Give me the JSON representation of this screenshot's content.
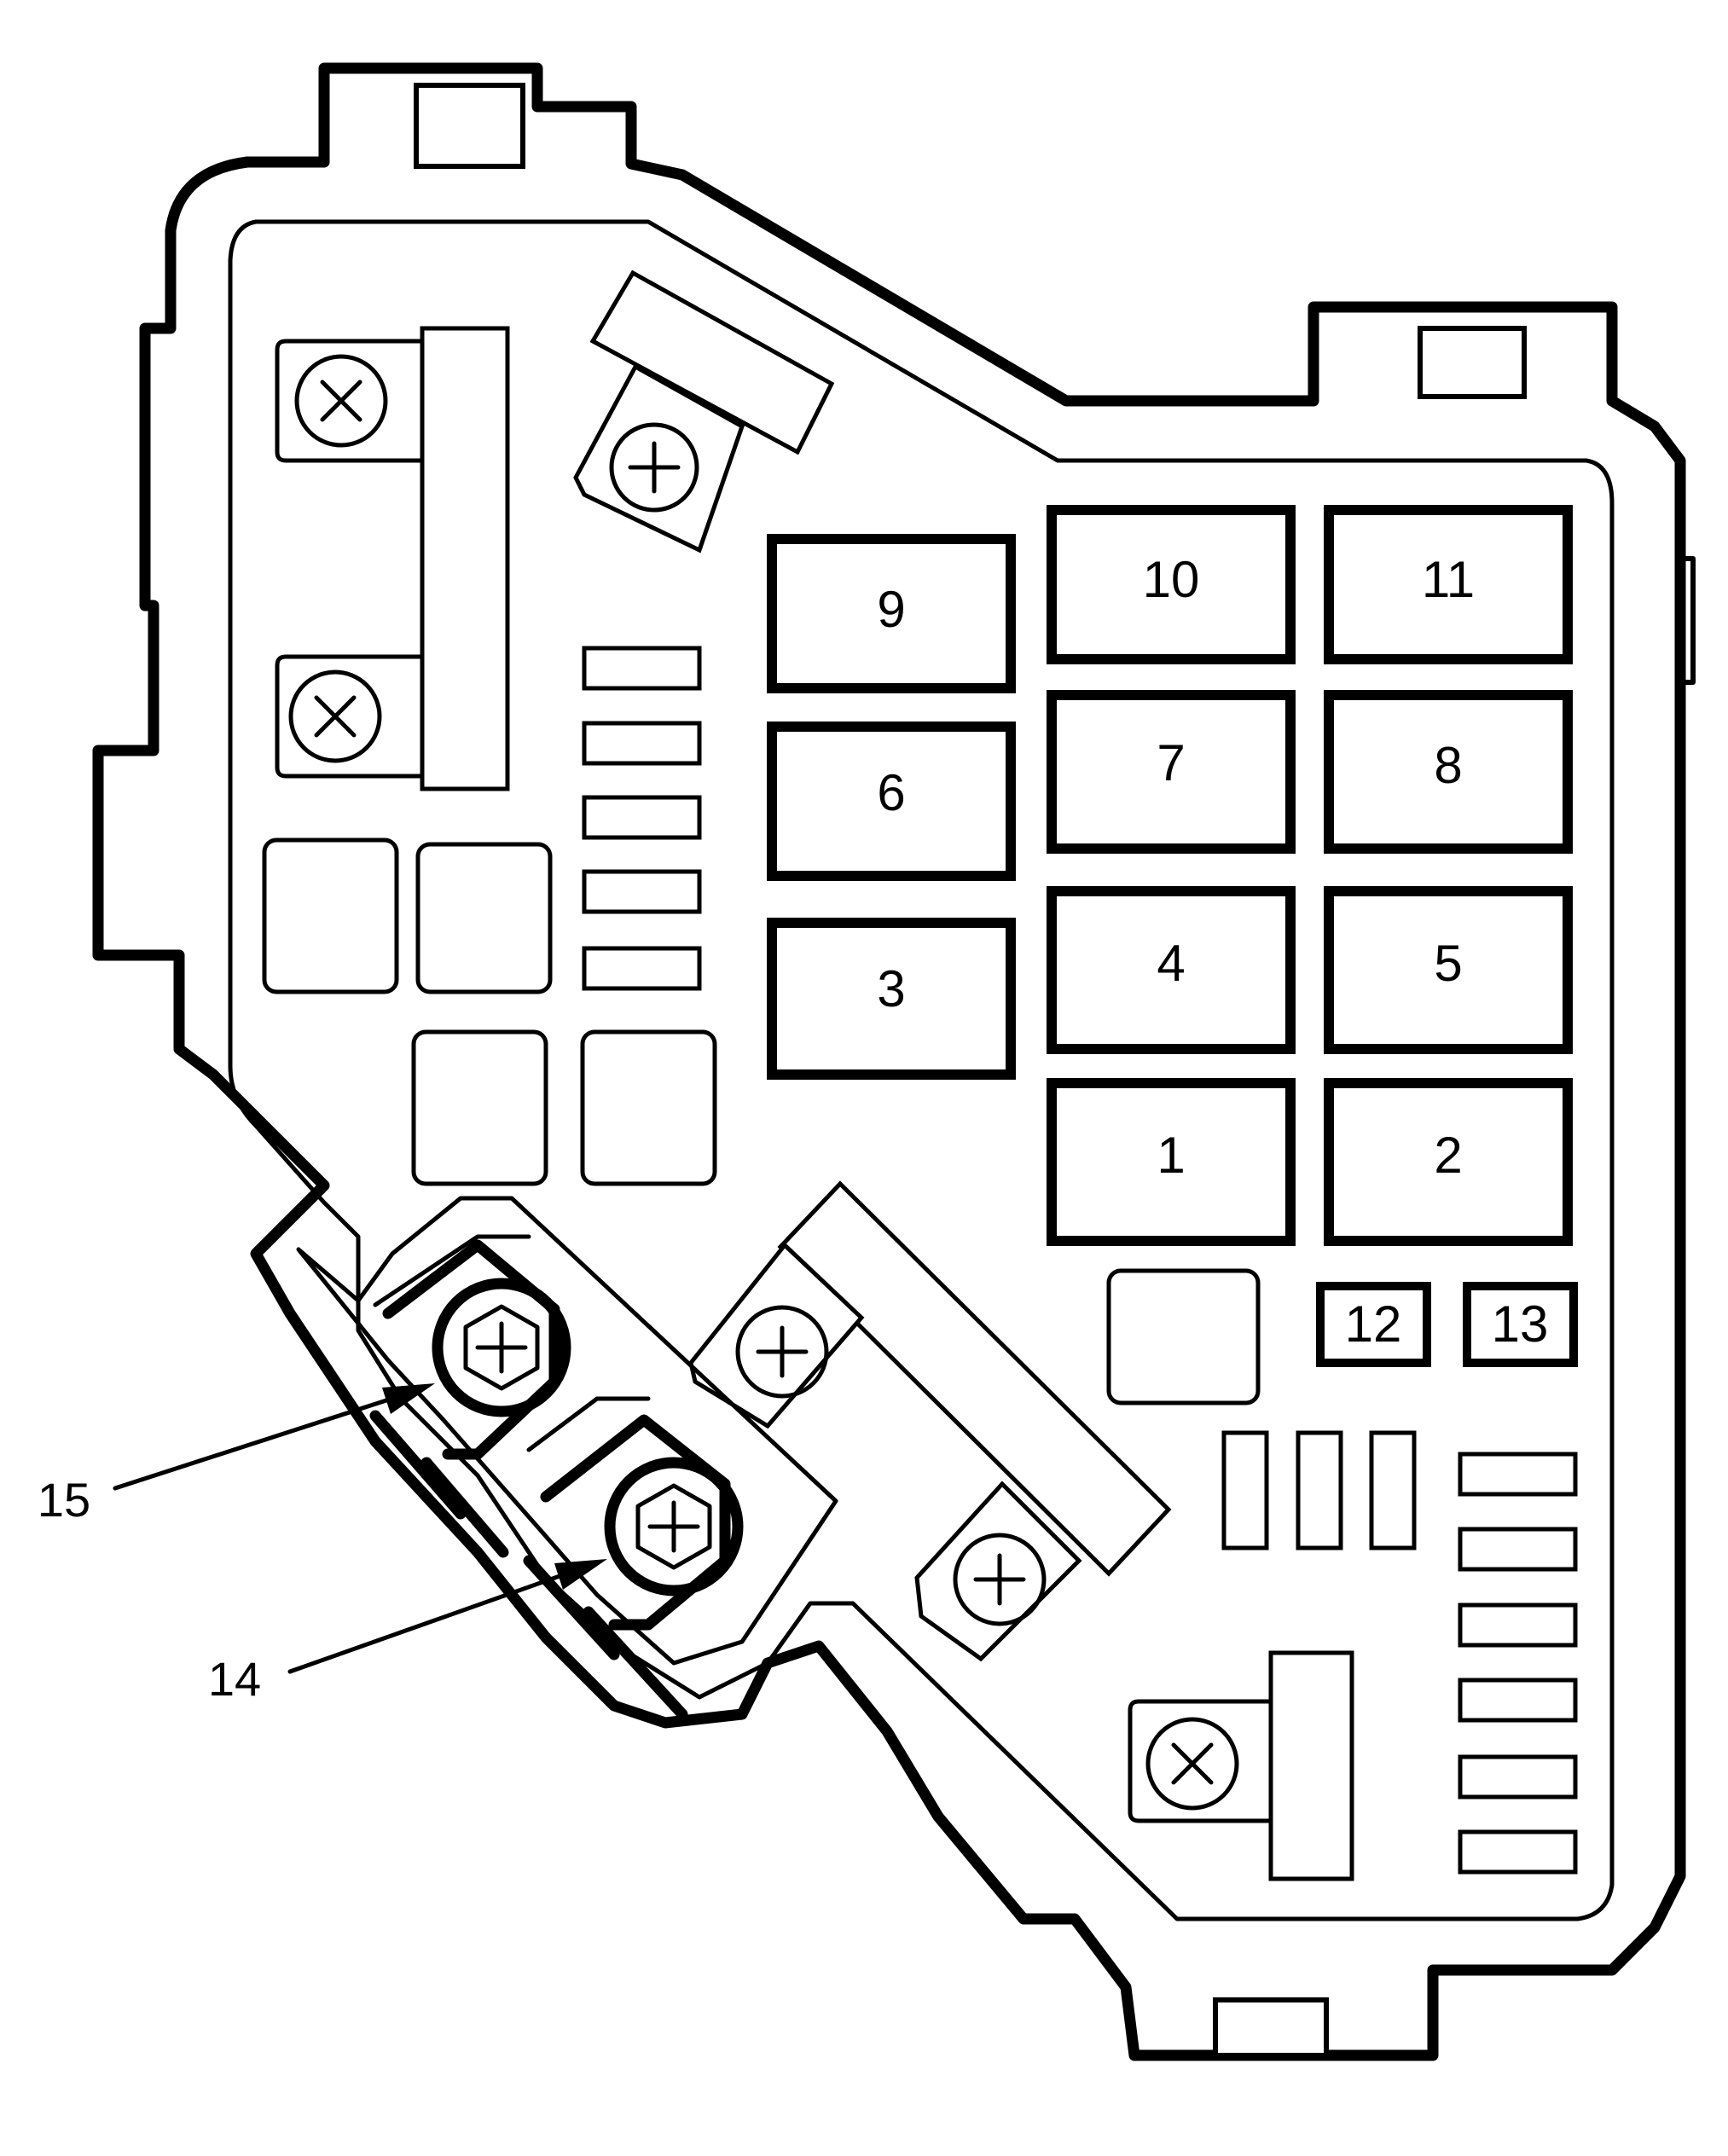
{
  "diagram": {
    "fuses": [
      {
        "id": "fuse-9",
        "label": "9"
      },
      {
        "id": "fuse-10",
        "label": "10"
      },
      {
        "id": "fuse-11",
        "label": "11"
      },
      {
        "id": "fuse-6",
        "label": "6"
      },
      {
        "id": "fuse-7",
        "label": "7"
      },
      {
        "id": "fuse-8",
        "label": "8"
      },
      {
        "id": "fuse-3",
        "label": "3"
      },
      {
        "id": "fuse-4",
        "label": "4"
      },
      {
        "id": "fuse-5",
        "label": "5"
      },
      {
        "id": "fuse-1",
        "label": "1"
      },
      {
        "id": "fuse-2",
        "label": "2"
      },
      {
        "id": "fuse-12",
        "label": "12"
      },
      {
        "id": "fuse-13",
        "label": "13"
      }
    ],
    "callouts": [
      {
        "id": "terminal-15",
        "label": "15"
      },
      {
        "id": "terminal-14",
        "label": "14"
      }
    ]
  }
}
